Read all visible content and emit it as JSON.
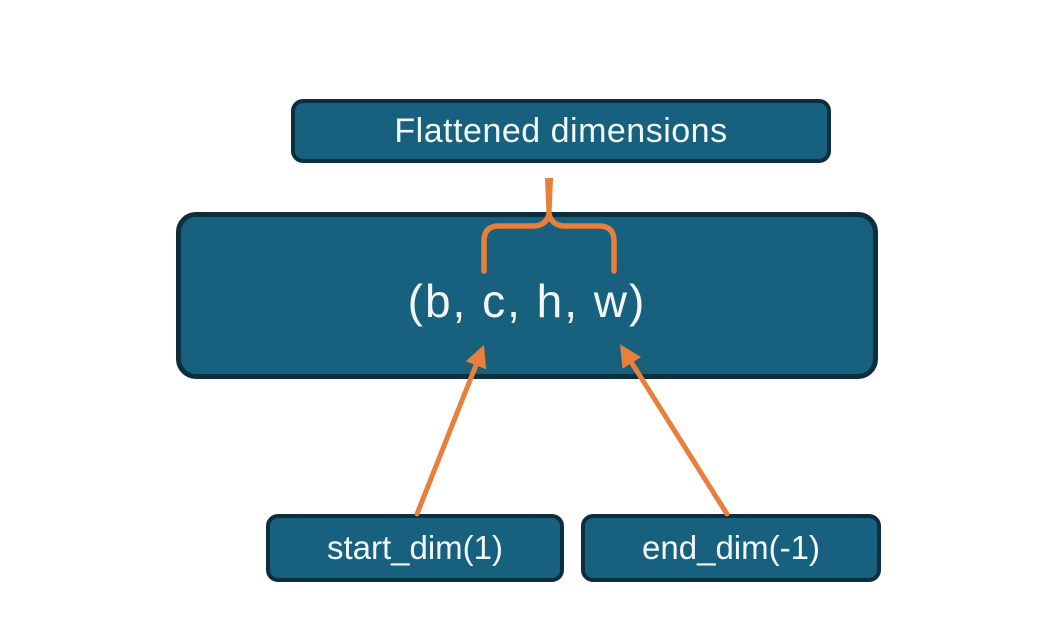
{
  "diagram": {
    "title_box": {
      "label": "Flattened dimensions"
    },
    "tensor_box": {
      "label": "(b, c, h, w)"
    },
    "start_box": {
      "label": "start_dim(1)"
    },
    "end_box": {
      "label": "end_dim(-1)"
    },
    "colors": {
      "background": "#ffffff",
      "box_fill": "#17617f",
      "box_border": "#0d2e3e",
      "accent": "#e87f3b",
      "text": "#f2f7f8"
    }
  }
}
